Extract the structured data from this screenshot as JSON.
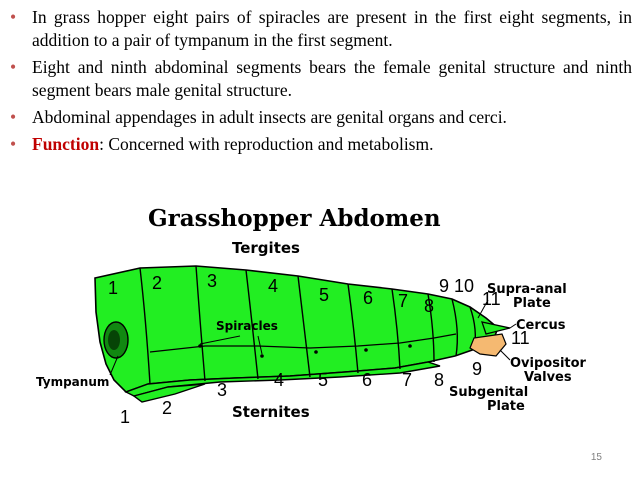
{
  "bullets": [
    {
      "text": "In grass hopper eight pairs of spiracles are present in the first eight segments, in addition to a pair of tympanum in the first segment."
    },
    {
      "text": "Eight and ninth abdominal segments bears the female genital structure and ninth segment bears male genital structure."
    },
    {
      "text": "Abdominal appendages in adult insects are genital organs and cerci."
    },
    {
      "highlight": "Function",
      "text": ": Concerned with reproduction and metabolism."
    }
  ],
  "bullet_symbol": "•",
  "diagram": {
    "title": "Grasshopper Abdomen",
    "tergites_label": "Tergites",
    "sternites_label": "Sternites",
    "spiracles_label": "Spiracles",
    "tympanum_label": "Tympanum",
    "supra_anal_label_1": "Supra-anal",
    "supra_anal_label_2": "Plate",
    "cercus_label": "Cercus",
    "ovipositor_label_1": "Ovipositor",
    "ovipositor_label_2": "Valves",
    "subgenital_label_1": "Subgenital",
    "subgenital_label_2": "Plate",
    "tergite_numbers": [
      "1",
      "2",
      "3",
      "4",
      "5",
      "6",
      "7",
      "8"
    ],
    "top_numbers": [
      "9",
      "10"
    ],
    "segment_11_top": "11",
    "segment_11_right": "11",
    "sternite_numbers": [
      "1",
      "2",
      "3",
      "4",
      "5",
      "6",
      "7",
      "8",
      "9"
    ],
    "body_color": "#22ee22",
    "ovipositor_color": "#f5b971"
  },
  "page_number": "15",
  "colors": {
    "accent": "#c00000",
    "bullet": "#c0504d"
  }
}
